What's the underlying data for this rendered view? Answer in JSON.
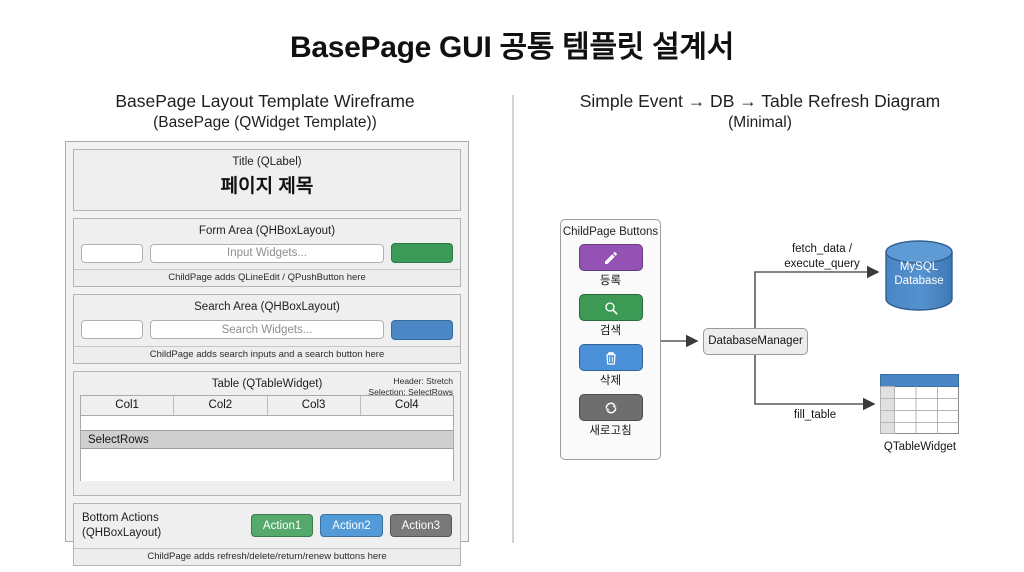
{
  "page": {
    "title": "BasePage GUI 공통 템플릿 설계서"
  },
  "left_panel": {
    "heading": "BasePage Layout Template Wireframe",
    "subheading": "(BasePage (QWidget Template))",
    "title_section": {
      "label": "Title (QLabel)",
      "page_title": "페이지 제목"
    },
    "form_section": {
      "label": "Form Area (QHBoxLayout)",
      "input_placeholder": "Input Widgets...",
      "button_color": "#3c9a58",
      "hint": "ChildPage adds QLineEdit / QPushButton here"
    },
    "search_section": {
      "label": "Search Area (QHBoxLayout)",
      "input_placeholder": "Search Widgets...",
      "button_color": "#4a87c4",
      "hint": "ChildPage adds search inputs and a search button here"
    },
    "table_section": {
      "label": "Table (QTableWidget)",
      "meta_line1": "Header: Stretch",
      "meta_line2": "Selection: SelectRows",
      "columns": [
        "Col1",
        "Col2",
        "Col3",
        "Col4"
      ],
      "selected_row_label": "SelectRows"
    },
    "bottom_section": {
      "label_line1": "Bottom Actions",
      "label_line2": "(QHBoxLayout)",
      "buttons": [
        {
          "label": "Action1",
          "color": "#54a96b"
        },
        {
          "label": "Action2",
          "color": "#529ad8"
        },
        {
          "label": "Action3",
          "color": "#797979"
        }
      ],
      "hint": "ChildPage adds refresh/delete/return/renew buttons here"
    }
  },
  "right_panel": {
    "heading": "Simple Event → DB → Table Refresh Diagram",
    "subheading": "(Minimal)",
    "button_group": {
      "title": "ChildPage Buttons",
      "buttons": [
        {
          "label": "등록",
          "icon": "pencil-icon",
          "color": "#9452b5"
        },
        {
          "label": "검색",
          "icon": "magnifier-icon",
          "color": "#3c9a55"
        },
        {
          "label": "삭제",
          "icon": "trash-icon",
          "color": "#4a90d9"
        },
        {
          "label": "새로고침",
          "icon": "refresh-icon",
          "color": "#6e6e6e"
        }
      ]
    },
    "database_manager": {
      "label": "DatabaseManager"
    },
    "mysql": {
      "line1": "MySQL",
      "line2": "Database",
      "color": "#4a86c5"
    },
    "table_widget": {
      "label": "QTableWidget",
      "header_color": "#4a86c5"
    },
    "edges": {
      "fetch": "fetch_data /\nexecute_query",
      "fetch_line1": "fetch_data /",
      "fetch_line2": "execute_query",
      "fill": "fill_table"
    }
  }
}
